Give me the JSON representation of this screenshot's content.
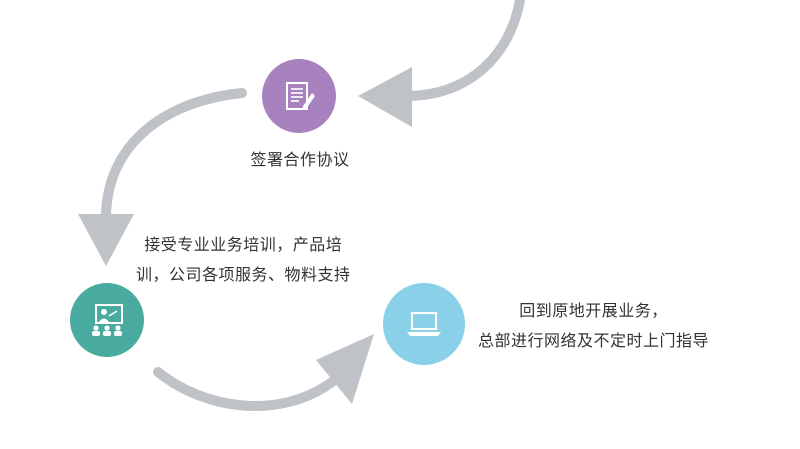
{
  "colors": {
    "arrow": "#bfc2c6",
    "sign_circle": "#a881bf",
    "train_circle": "#49aaa0",
    "local_circle": "#89d0e8",
    "icon": "#ffffff",
    "text": "#333333"
  },
  "steps": [
    {
      "id": "sign",
      "icon": "document-pen-icon",
      "lines": [
        "签署合作协议"
      ]
    },
    {
      "id": "train",
      "icon": "presentation-audience-icon",
      "lines": [
        "接受专业业务培训，产品培",
        "训，公司各项服务、物料支持"
      ]
    },
    {
      "id": "local",
      "icon": "laptop-icon",
      "lines": [
        "回到原地开展业务，",
        "总部进行网络及不定时上门指导"
      ]
    }
  ]
}
